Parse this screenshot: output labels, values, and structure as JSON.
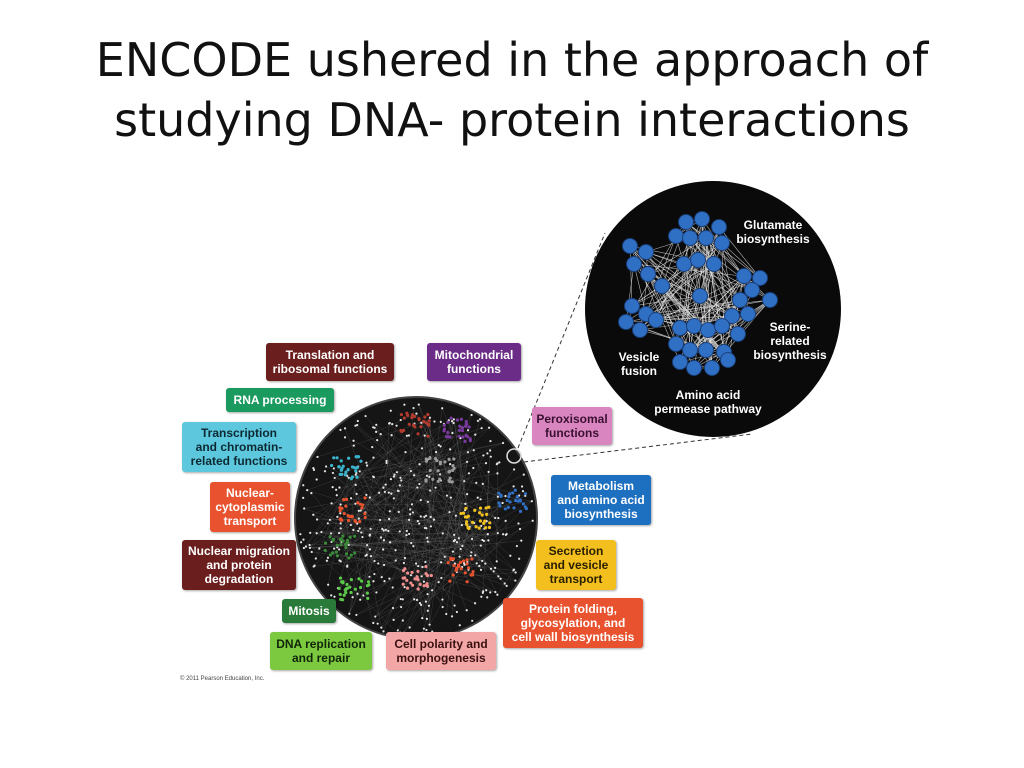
{
  "slide": {
    "title": "ENCODE ushered in the approach of studying DNA- protein interactions"
  },
  "figure": {
    "credit": "© 2011 Pearson Education, Inc.",
    "labels": {
      "translation": {
        "text": "Translation and\nribosomal functions",
        "bg": "#6b1e1e",
        "fg": "#ffffff"
      },
      "mitochondrial": {
        "text": "Mitochondrial\nfunctions",
        "bg": "#6a2c86",
        "fg": "#ffffff"
      },
      "rna": {
        "text": "RNA processing",
        "bg": "#1a9a5e",
        "fg": "#ffffff"
      },
      "peroxisomal": {
        "text": "Peroxisomal\nfunctions",
        "bg": "#d986c0",
        "fg": "#3a1030"
      },
      "transcription": {
        "text": "Transcription\nand chromatin-\nrelated functions",
        "bg": "#5cc7dd",
        "fg": "#0d2a33"
      },
      "metabolism": {
        "text": "Metabolism\nand amino acid\nbiosynthesis",
        "bg": "#1d6fbf",
        "fg": "#ffffff"
      },
      "nuclear_cyto": {
        "text": "Nuclear-\ncytoplasmic\ntransport",
        "bg": "#e8522e",
        "fg": "#ffffff"
      },
      "nuclear_migration": {
        "text": "Nuclear migration\nand protein\ndegradation",
        "bg": "#6b1e1e",
        "fg": "#ffffff"
      },
      "secretion": {
        "text": "Secretion\nand vesicle\ntransport",
        "bg": "#f2bf1e",
        "fg": "#2a1f00"
      },
      "protein_folding": {
        "text": "Protein folding,\nglycosylation, and\ncell wall biosynthesis",
        "bg": "#e8522e",
        "fg": "#ffffff"
      },
      "mitosis": {
        "text": "Mitosis",
        "bg": "#2a7a3a",
        "fg": "#ffffff"
      },
      "dna_replication": {
        "text": "DNA replication\nand repair",
        "bg": "#7cc940",
        "fg": "#10250a"
      },
      "cell_polarity": {
        "text": "Cell polarity and\nmorphogenesis",
        "bg": "#f3a6a6",
        "fg": "#3a1010"
      }
    },
    "inset": {
      "glutamate": "Glutamate\nbiosynthesis",
      "serine": "Serine-\nrelated\nbiosynthesis",
      "vesicle": "Vesicle\nfusion",
      "amino_acid": "Amino acid\npermease pathway"
    },
    "colors": {
      "network_bg": "#111111",
      "node_blue": "#2f6fc4",
      "edge": "#e8e8e8"
    }
  }
}
